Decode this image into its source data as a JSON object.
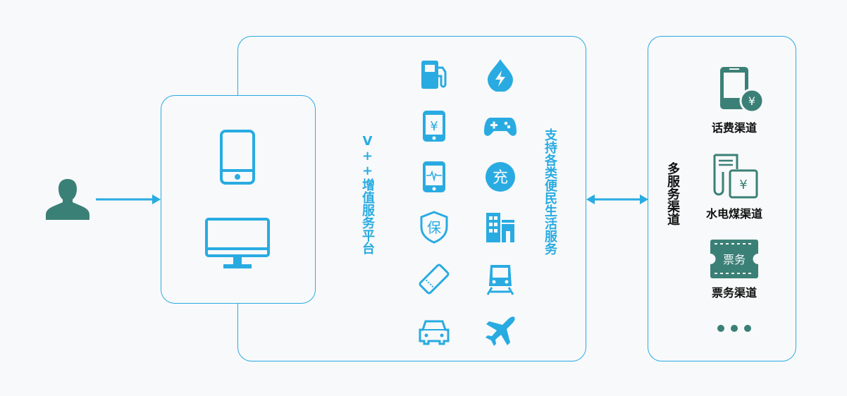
{
  "colors": {
    "accent": "#29abe2",
    "teal": "#3a8076",
    "background": "#f8f9fa"
  },
  "platform": {
    "title": "V++增值服务平台"
  },
  "services": {
    "title": "支持各类便民生活服务",
    "icons": [
      {
        "name": "gas-station-icon"
      },
      {
        "name": "water-electric-icon"
      },
      {
        "name": "mobile-payment-icon",
        "glyph": "¥"
      },
      {
        "name": "gamepad-icon"
      },
      {
        "name": "mobile-health-icon"
      },
      {
        "name": "recharge-icon",
        "glyph": "充"
      },
      {
        "name": "insurance-icon",
        "glyph": "保"
      },
      {
        "name": "building-icon"
      },
      {
        "name": "ticket-icon"
      },
      {
        "name": "train-icon"
      },
      {
        "name": "car-icon"
      },
      {
        "name": "airplane-icon"
      }
    ]
  },
  "channels": {
    "title": "多服务渠道",
    "items": [
      {
        "label": "话费渠道",
        "glyph": "¥"
      },
      {
        "label": "水电煤渠道",
        "glyph": "¥"
      },
      {
        "label": "票务渠道",
        "glyph": "票务"
      }
    ],
    "more": "..."
  }
}
